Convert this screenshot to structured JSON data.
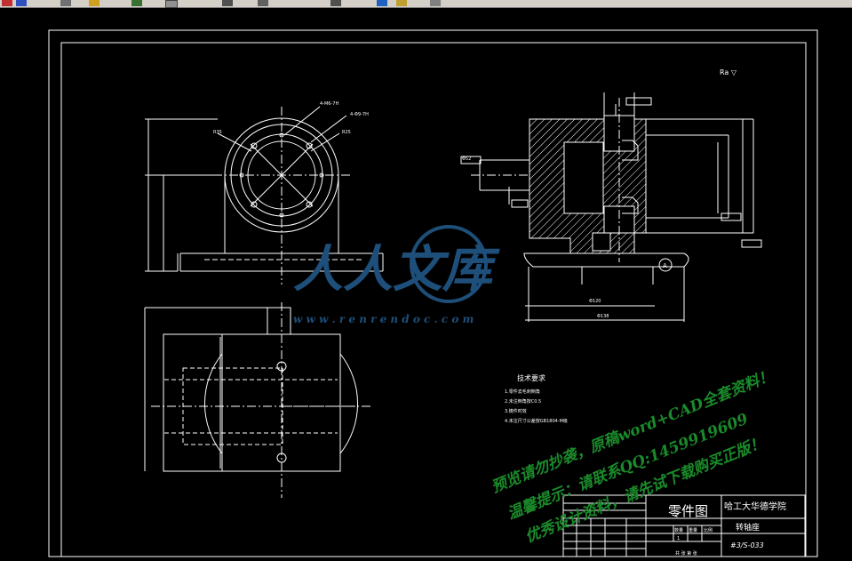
{
  "toolbar": {
    "icons": [
      "save-icon",
      "print-icon",
      "cut-icon",
      "copy-icon",
      "paste-icon",
      "undo-icon",
      "redo-icon",
      "pan-icon",
      "zoom-icon",
      "properties-icon",
      "layers-icon",
      "help-icon"
    ]
  },
  "drawing": {
    "roughness_symbol": "Ra ▽",
    "tech_requirements": {
      "title": "技术要求",
      "items": [
        "1.零件去毛刺倒角",
        "2.未注倒角按C0.5",
        "3.铸件时效",
        "4.未注尺寸公差按GB1804-M级"
      ]
    },
    "title_block": {
      "doc_type": "零件图",
      "school": "哈工大华德学院",
      "part_name": "转轴座",
      "drawing_no": "#3/S-033",
      "scale_label": "比例",
      "qty_label": "数量",
      "weight_label": "重量",
      "sheet_label": "共 张 第 张",
      "qty_value": "1"
    },
    "datum_label": "A",
    "dimensions": {
      "hole_callout_1": "4-M6-7H",
      "hole_callout_2": "4-Φ9-7H",
      "dia_r1": "R35",
      "dia_r2": "R25",
      "side_dim": "Φ52",
      "bottom_dim": "Φ120",
      "overall_dim": "Φ138"
    }
  },
  "watermark": {
    "logo_text": "人人文库",
    "url": "w w w . r e n r e n d o c . c o m",
    "line1": "预览请勿抄袭，原稿word+CAD全套资料！",
    "line2": "温馨提示：请联系QQ:1459919609",
    "line3": "优秀设计资料，请先试下载购买正版！"
  },
  "colors": {
    "background": "#000000",
    "line": "#ffffff",
    "watermark_blue": "#1e4f7a",
    "watermark_green": "#1a8a2a"
  }
}
